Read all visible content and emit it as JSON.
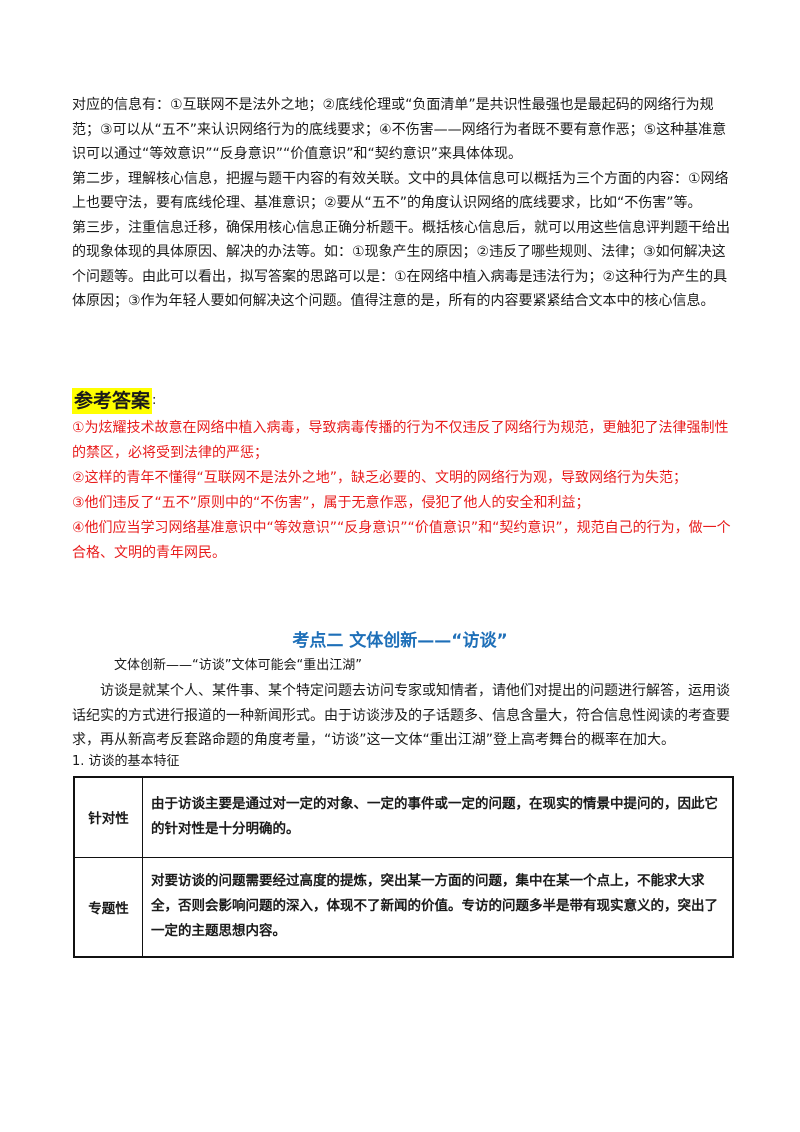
{
  "intro_paragraphs": [
    "对应的信息有：①互联网不是法外之地；②底线伦理或“负面清单”是共识性最强也是最起码的网络行为规范；③可以从“五不”来认识网络行为的底线要求；④不伤害——网络行为者既不要有意作恶；⑤这种基准意识可以通过“等效意识”“反身意识”“价值意识”和“契约意识”来具体体现。",
    "第二步，理解核心信息，把握与题干内容的有效关联。文中的具体信息可以概括为三个方面的内容：①网络上也要守法，要有底线伦理、基准意识；②要从“五不”的角度认识网络的底线要求，比如“不伤害”等。",
    "第三步，注重信息迁移，确保用核心信息正确分析题干。概括核心信息后，就可以用这些信息评判题干给出的现象体现的具体原因、解决的办法等。如：①现象产生的原因；②违反了哪些规则、法律；③如何解决这个问题等。由此可以看出，拟写答案的思路可以是：①在网络中植入病毒是违法行为；②这种行为产生的具体原因；③作为年轻人要如何解决这个问题。值得注意的是，所有的内容要紧紧结合文本中的核心信息。"
  ],
  "answer_section": {
    "heading": "参考答案",
    "colon": ":",
    "items": [
      "①为炫耀技术故意在网络中植入病毒，导致病毒传播的行为不仅违反了网络行为规范，更触犯了法律强制性的禁区，必将受到法律的严惩；",
      "②这样的青年不懂得“互联网不是法外之地”，缺乏必要的、文明的网络行为观，导致网络行为失范；",
      "③他们违反了“五不”原则中的“不伤害”，属于无意作恶，侵犯了他人的安全和利益；",
      "④他们应当学习网络基准意识中“等效意识”“反身意识”“价值意识”和“契约意识”，规范自己的行为，做一个合格、文明的青年网民。"
    ],
    "text_color": "#e81c1c",
    "highlight_color": "#ffff00"
  },
  "section2": {
    "title": "考点二 文体创新——“访谈”",
    "title_color": "#1e6fb8",
    "subtitle": "文体创新——“访谈”文体可能会“重出江湖”",
    "body": "访谈是就某个人、某件事、某个特定问题去访问专家或知情者，请他们对提出的问题进行解答，运用谈话纪实的方式进行报道的一种新闻形式。由于访谈涉及的子话题多、信息含量大，符合信息性阅读的考查要求，再从新高考反套路命题的角度考量，“访谈”这一文体“重出江湖”登上高考舞台的概率在加大。",
    "item_heading": "1. 访谈的基本特征",
    "table": [
      {
        "term": "针对性",
        "desc": "由于访谈主要是通过对一定的对象、一定的事件或一定的问题，在现实的情景中提问的，因此它的针对性是十分明确的。"
      },
      {
        "term": "专题性",
        "desc": "对要访谈的问题需要经过高度的提炼，突出某一方面的问题，集中在某一个点上，不能求大求全，否则会影响问题的深入，体现不了新闻的价值。专访的问题多半是带有现实意义的，突出了一定的主题思想内容。"
      }
    ]
  }
}
